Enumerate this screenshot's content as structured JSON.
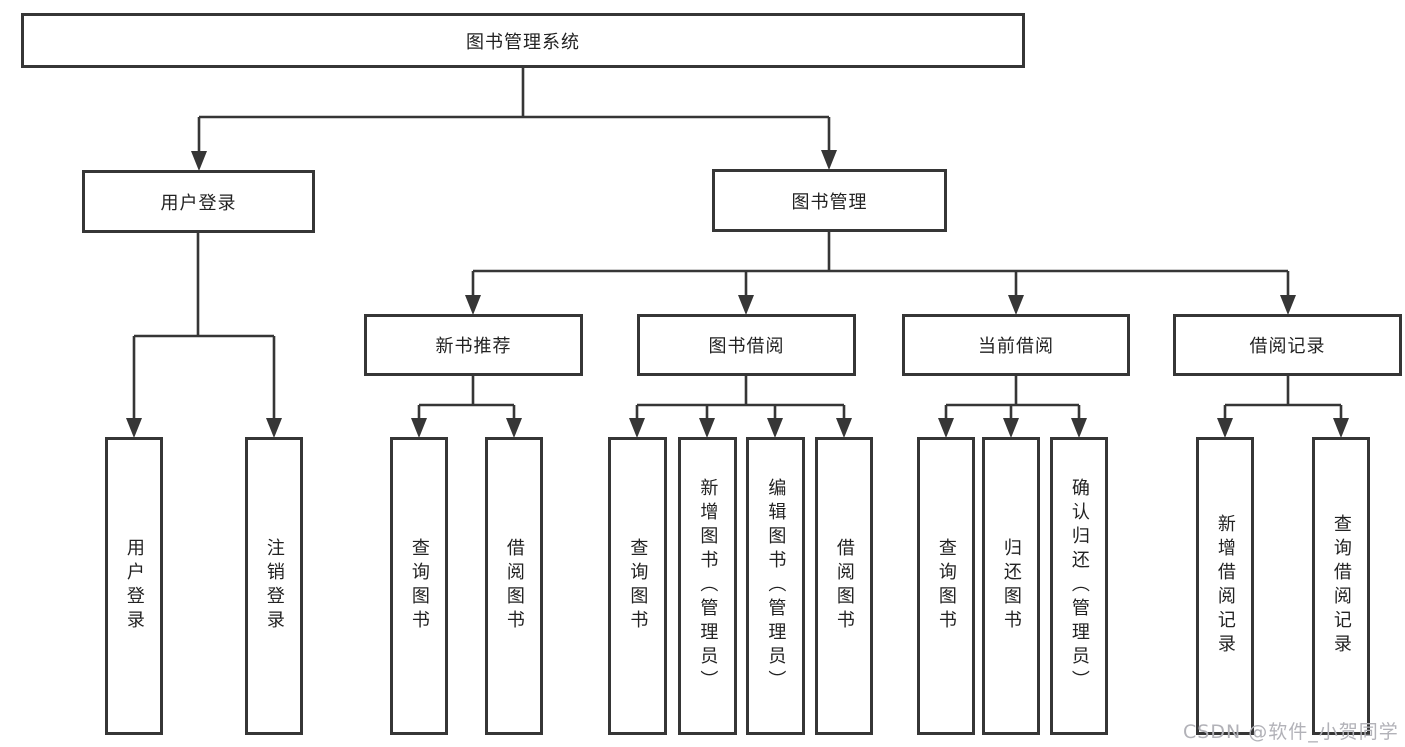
{
  "tree": {
    "label": "图书管理系统",
    "children": [
      {
        "label": "用户登录",
        "children": [
          {
            "label": "用户登录"
          },
          {
            "label": "注销登录"
          }
        ]
      },
      {
        "label": "图书管理",
        "children": [
          {
            "label": "新书推荐",
            "children": [
              {
                "label": "查询图书"
              },
              {
                "label": "借阅图书"
              }
            ]
          },
          {
            "label": "图书借阅",
            "children": [
              {
                "label": "查询图书"
              },
              {
                "label": "新增图书（管理员）"
              },
              {
                "label": "编辑图书（管理员）"
              },
              {
                "label": "借阅图书"
              }
            ]
          },
          {
            "label": "当前借阅",
            "children": [
              {
                "label": "查询图书"
              },
              {
                "label": "归还图书"
              },
              {
                "label": "确认归还（管理员）"
              }
            ]
          },
          {
            "label": "借阅记录",
            "children": [
              {
                "label": "新增借阅记录"
              },
              {
                "label": "查询借阅记录"
              }
            ]
          }
        ]
      }
    ]
  },
  "watermark": "CSDN @软件_小贺同学",
  "colors": {
    "line": "#363636",
    "box_border": "#363636",
    "text": "#222222",
    "watermark": "#b2b2b8",
    "background": "#ffffff"
  }
}
